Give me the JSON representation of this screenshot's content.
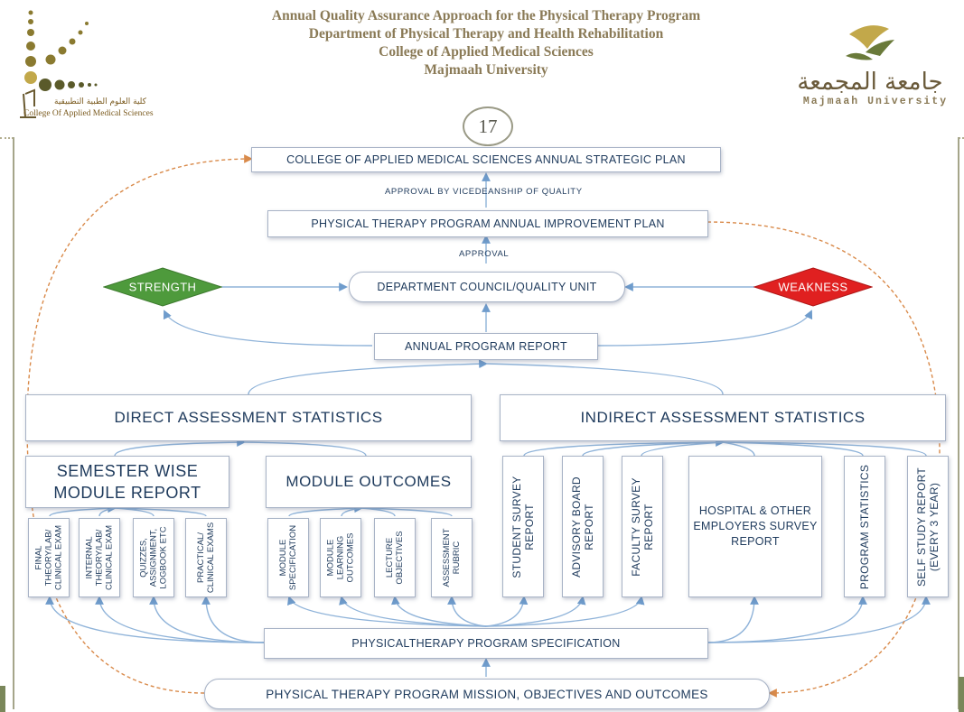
{
  "header": {
    "title_lines": [
      "Annual Quality Assurance Approach for the Physical Therapy Program",
      "Department of Physical Therapy and Health Rehabilitation",
      "College of Applied Medical Sciences",
      "Majmaah University"
    ],
    "college_name_ar": "كلية العلوم الطبية التطبيقية",
    "college_name_en": "College Of Applied Medical Sciences",
    "university_name_ar": "جامعة المجمعة",
    "university_name_en": "Majmaah University",
    "page_number": "17"
  },
  "diagram": {
    "strategic_plan": "COLLEGE OF APPLIED MEDICAL SCIENCES ANNUAL STRATEGIC PLAN",
    "approval_vicedeanship": "APPROVAL BY VICEDEANSHIP OF QUALITY",
    "improvement_plan": "PHYSICAL THERAPY PROGRAM ANNUAL IMPROVEMENT PLAN",
    "approval": "APPROVAL",
    "strength": "STRENGTH",
    "council": "DEPARTMENT COUNCIL/QUALITY UNIT",
    "weakness": "WEAKNESS",
    "annual_report": "ANNUAL PROGRAM REPORT",
    "direct_stats": "DIRECT ASSESSMENT STATISTICS",
    "indirect_stats": "INDIRECT ASSESSMENT STATISTICS",
    "semester_report_line1": "SEMESTER WISE",
    "semester_report_line2": "MODULE REPORT",
    "module_outcomes": "MODULE OUTCOMES",
    "semester_items": [
      [
        "FINAL",
        "THEORY/LAB/",
        "CLINICAL EXAM"
      ],
      [
        "INTERNAL",
        "THEORY/LAB/",
        "CLINICAL EXAM"
      ],
      [
        "QUIZZES,",
        "ASSIGNMENT,",
        "LOGBOOK ETC"
      ],
      [
        "PRACTICAL/",
        "CLINICAL EXAMS"
      ]
    ],
    "module_items": [
      [
        "MODULE",
        "SPECIFICATION"
      ],
      [
        "MODULE",
        "LEARNING",
        "OUTCOMES"
      ],
      [
        "LECTURE",
        "OBJECTIVES"
      ],
      [
        "ASSESSMENT",
        "RUBRIC"
      ]
    ],
    "indirect_items": [
      [
        "STUDENT SURVEY",
        "REPORT"
      ],
      [
        "ADVISORY BOARD",
        "REPORT"
      ],
      [
        "FACULTY SURVEY",
        "REPORT"
      ],
      [
        "PROGRAM STATISTICS"
      ],
      [
        "SELF STUDY REPORT",
        "(EVERY 3 YEAR)"
      ]
    ],
    "hospital_lines": [
      "HOSPITAL & OTHER",
      "EMPLOYERS SURVEY",
      "REPORT"
    ],
    "program_spec": "PHYSICALTHERAPY PROGRAM SPECIFICATION",
    "mission": "PHYSICAL THERAPY PROGRAM MISSION, OBJECTIVES AND OUTCOMES"
  },
  "colors": {
    "box_text": "#1e3a5c",
    "box_border": "#a8b3c6",
    "connector": "#8fb3d9",
    "feedback_dashed": "#d98a4a",
    "strength_fill": "#4e9a3c",
    "weakness_fill": "#e02020",
    "header_text": "#8a7a56"
  }
}
